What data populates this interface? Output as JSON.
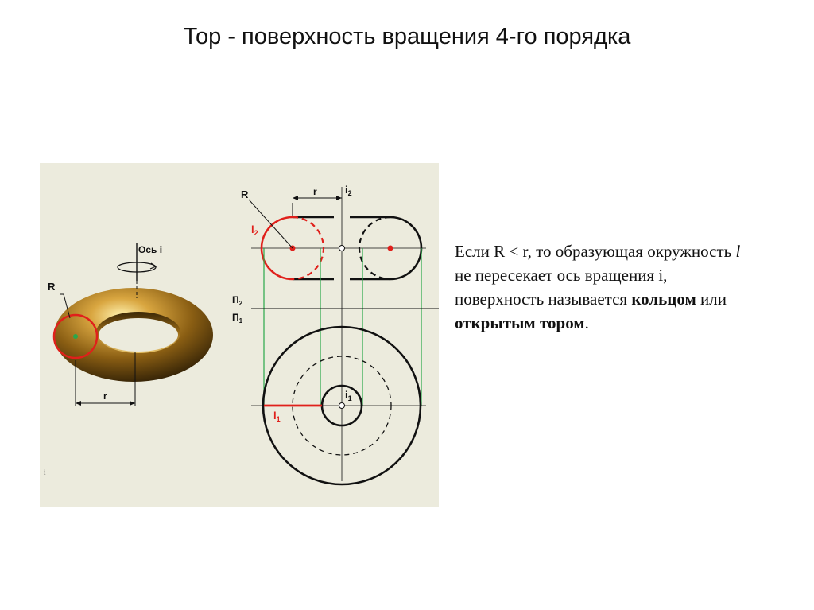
{
  "slide": {
    "title": "Тор - поверхность вращения 4-го порядка"
  },
  "figure": {
    "torus_labels": {
      "axis": "Ось i",
      "R": "R",
      "r": "r"
    },
    "drawing_labels": {
      "R": "R",
      "r": "r",
      "i2": "i",
      "i2_sub": "2",
      "l2": "l",
      "l2_sub": "2",
      "P2": "П",
      "P2_sub": "2",
      "P1": "П",
      "P1_sub": "1",
      "i1": "i",
      "i1_sub": "1",
      "l1": "l",
      "l1_sub": "1"
    },
    "corner_mark": "i",
    "colors": {
      "background": "#ecebdd",
      "generatrix": "#e0201b",
      "projection_lines": "#2aa84a",
      "outline": "#111111"
    }
  },
  "description": {
    "p1": "Если R < r, то образующая окружность ",
    "l": "l",
    "p2": " не пересекает ось вращения i, поверхность называется ",
    "bold1": "кольцом",
    "p3": " или ",
    "bold2": "открытым тором",
    "p4": "."
  }
}
